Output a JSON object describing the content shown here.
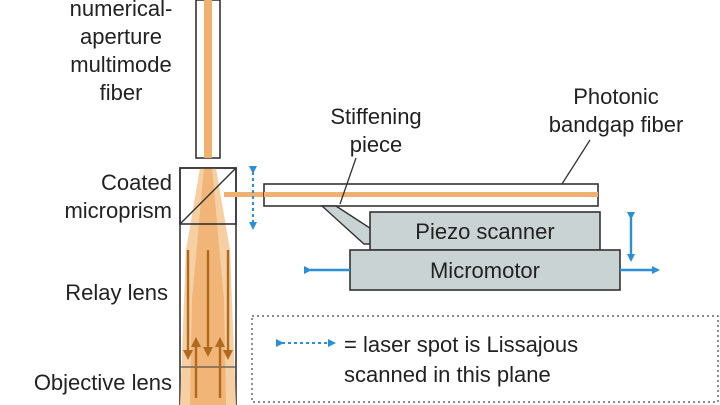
{
  "labels": {
    "fiber_line1": "numerical-",
    "fiber_line2": "aperture",
    "fiber_line3": "multimode",
    "fiber_line4": "fiber",
    "coated_line1": "Coated",
    "coated_line2": "microprism",
    "relay": "Relay lens",
    "objective": "Objective lens",
    "stiffening_line1": "Stiffening",
    "stiffening_line2": "piece",
    "photonic_line1": "Photonic",
    "photonic_line2": "bandgap fiber",
    "piezo": "Piezo scanner",
    "micromotor": "Micromotor",
    "legend_line1": "= laser spot is Lissajous",
    "legend_line2": "scanned in this plane"
  },
  "colors": {
    "beam": "#f0b070",
    "beam_light": "#f6cfa2",
    "arrow_blue": "#2b8fd6",
    "box_gray": "#c9d3d3",
    "line": "#333333"
  },
  "icons": {
    "double_arrow": "double-headed-arrow",
    "dotted_double_arrow": "dotted-double-headed-arrow"
  }
}
